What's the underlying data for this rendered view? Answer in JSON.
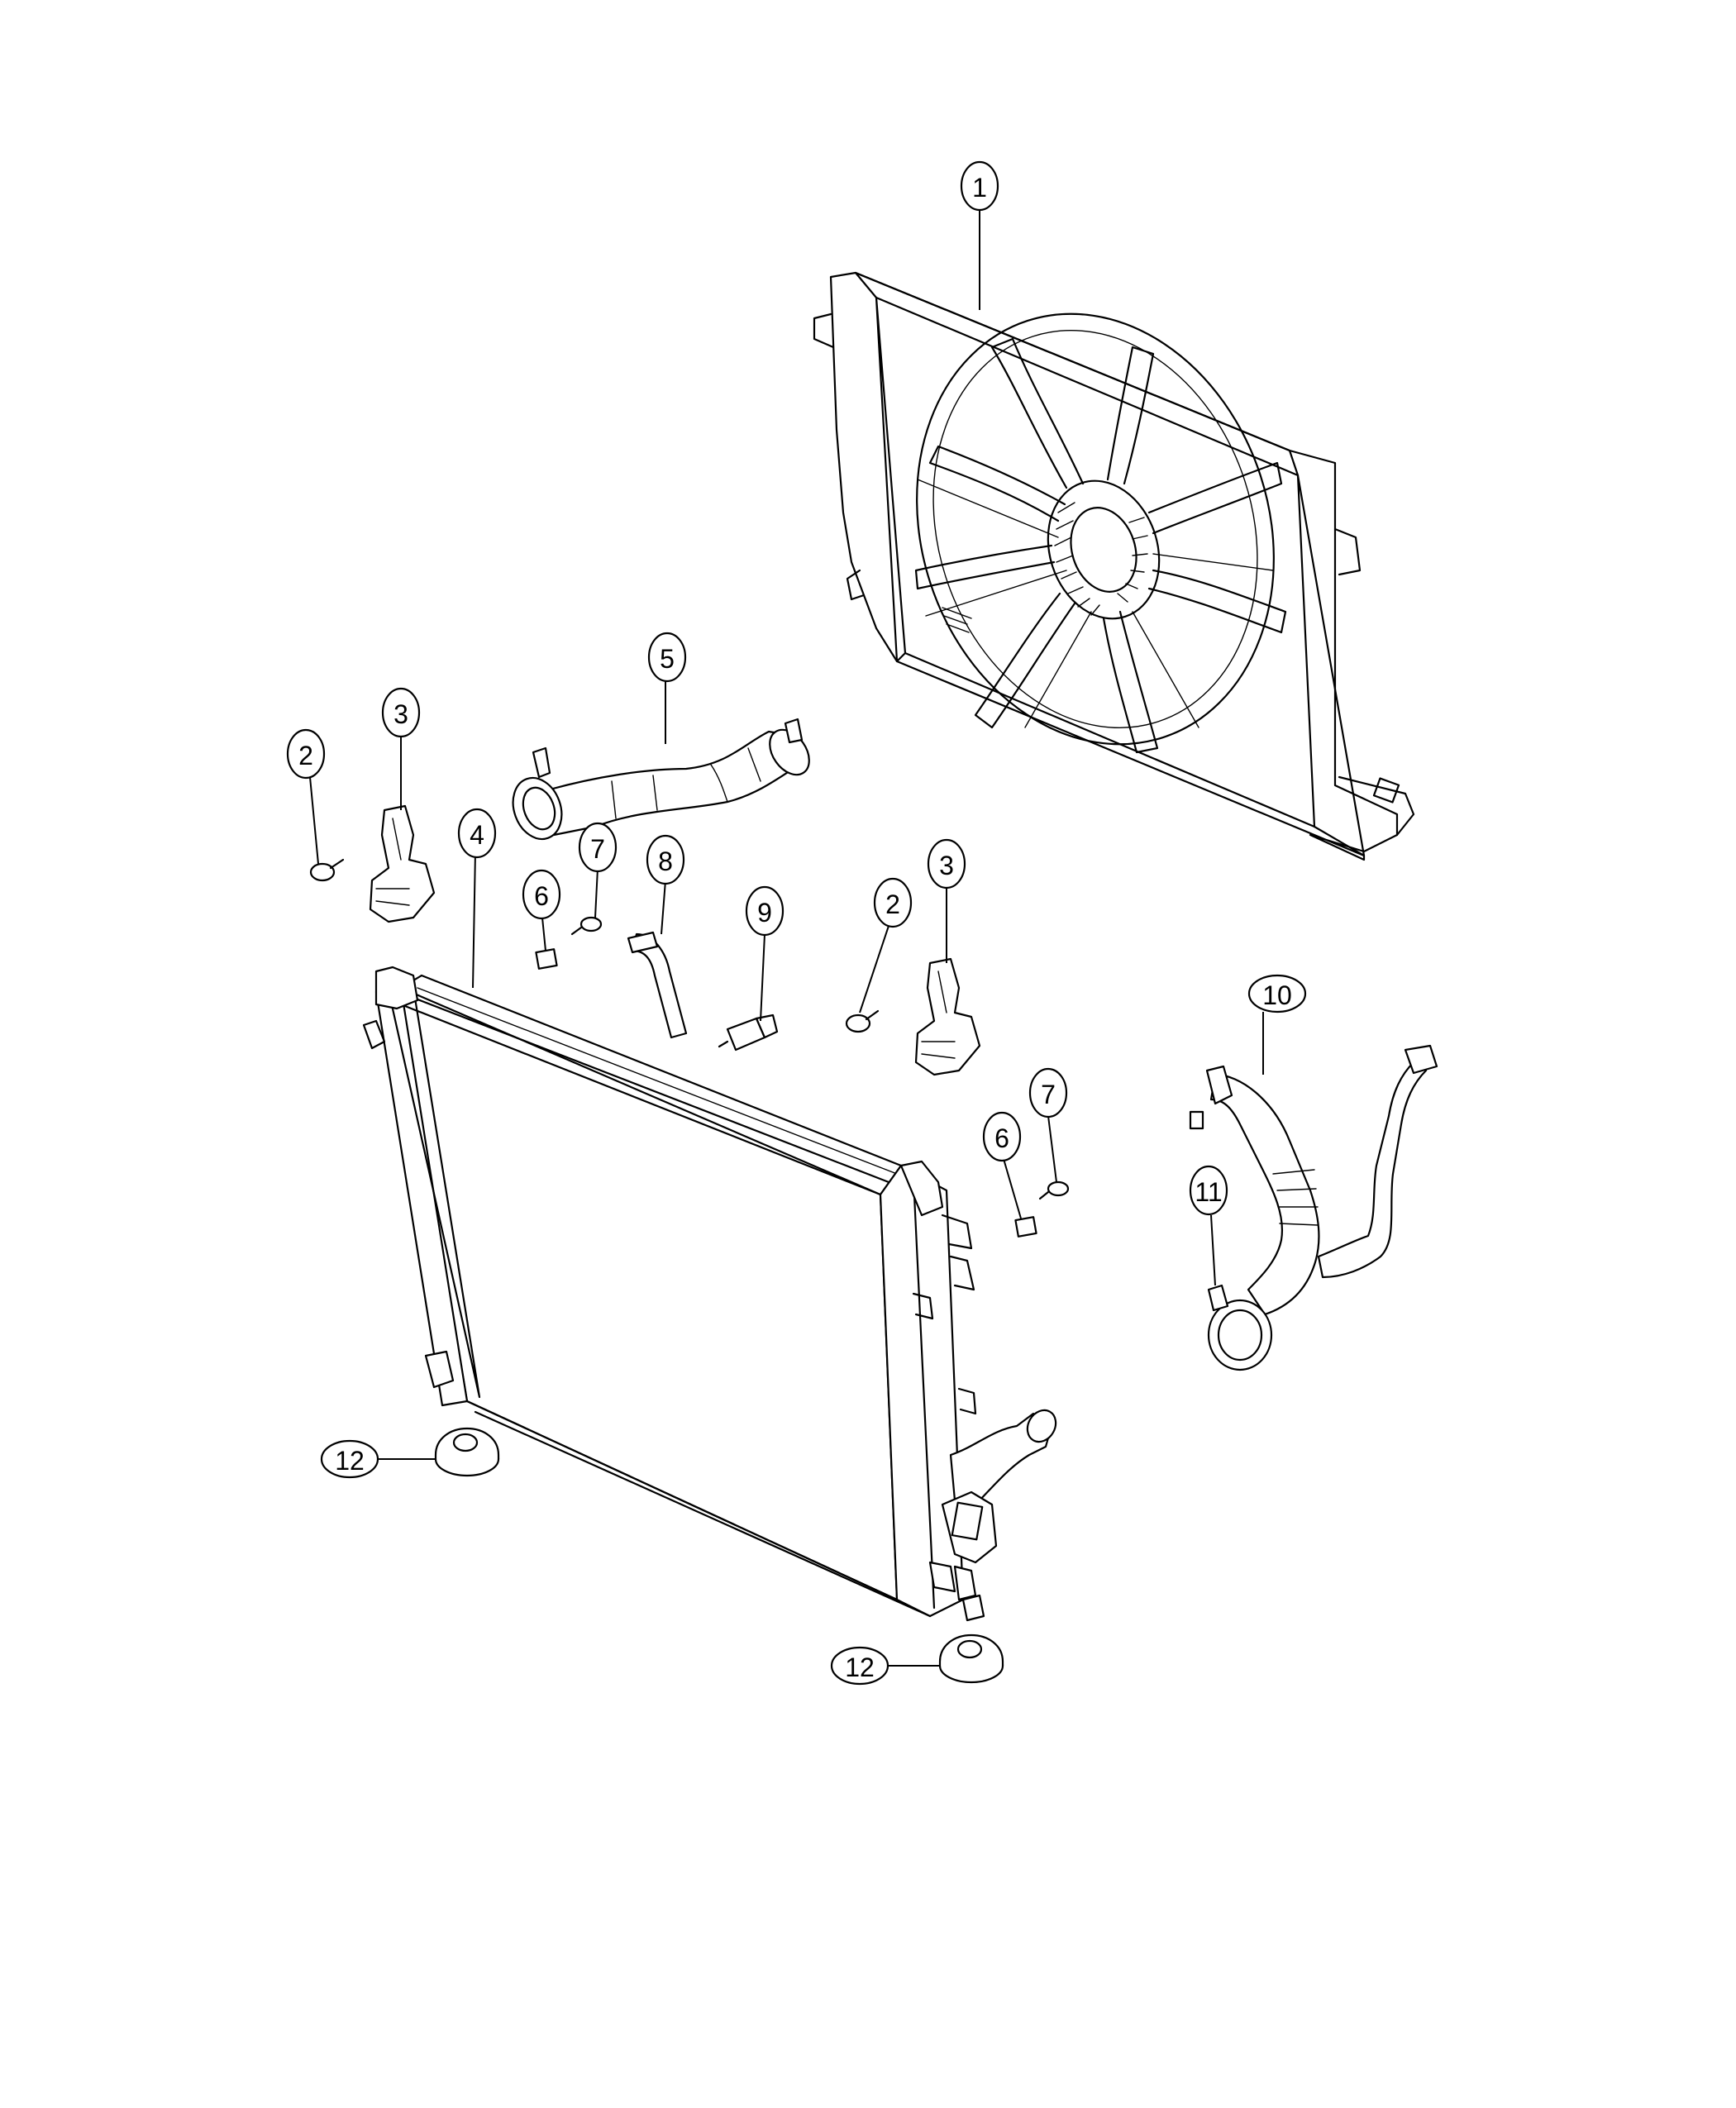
{
  "callouts": [
    {
      "id": "c1",
      "label": "1"
    },
    {
      "id": "c2a",
      "label": "2"
    },
    {
      "id": "c2b",
      "label": "2"
    },
    {
      "id": "c3a",
      "label": "3"
    },
    {
      "id": "c3b",
      "label": "3"
    },
    {
      "id": "c4",
      "label": "4"
    },
    {
      "id": "c5",
      "label": "5"
    },
    {
      "id": "c6a",
      "label": "6"
    },
    {
      "id": "c6b",
      "label": "6"
    },
    {
      "id": "c7a",
      "label": "7"
    },
    {
      "id": "c7b",
      "label": "7"
    },
    {
      "id": "c8",
      "label": "8"
    },
    {
      "id": "c9",
      "label": "9"
    },
    {
      "id": "c10",
      "label": "10"
    },
    {
      "id": "c11",
      "label": "11"
    },
    {
      "id": "c12a",
      "label": "12"
    },
    {
      "id": "c12b",
      "label": "12"
    }
  ]
}
